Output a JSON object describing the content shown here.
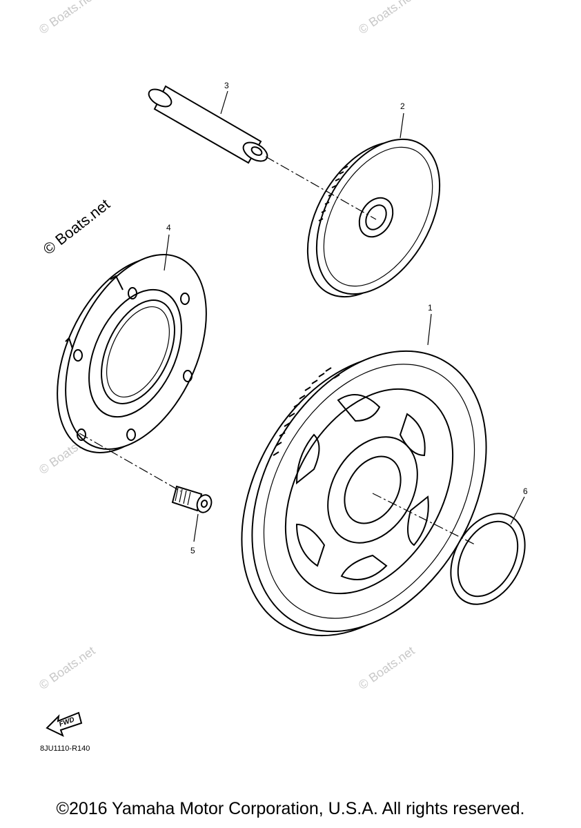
{
  "watermark": "© Boats.net",
  "callouts": {
    "p1": "1",
    "p2": "2",
    "p3": "3",
    "p4": "4",
    "p5": "5",
    "p6": "6"
  },
  "fwd_label": "FWD",
  "diagram_code": "8JU1110-R140",
  "copyright": "©2016 Yamaha Motor Corporation, U.S.A. All rights reserved."
}
